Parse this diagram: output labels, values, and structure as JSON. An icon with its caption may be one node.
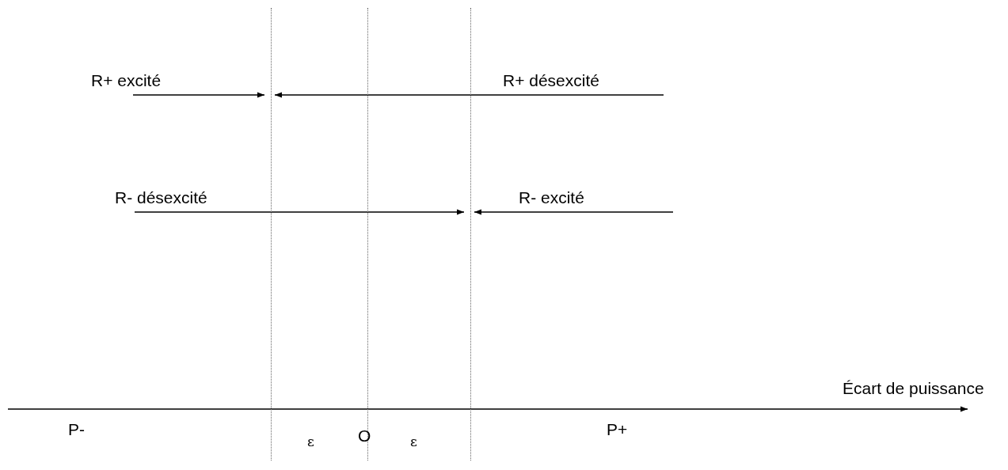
{
  "diagram": {
    "nodes": [
      {
        "text": [],
        "shape": "bar"
      },
      {
        "text": [],
        "shape": "bar"
      },
      {
        "text": [],
        "shape": "bar"
      }
    ],
    "edges": [
      {
        "from": null,
        "to": 0,
        "arrow": "to",
        "label": "R+ excité"
      },
      {
        "from": null,
        "to": 0,
        "arrow": "to",
        "label": "R+ désexcité"
      },
      {
        "from": null,
        "to": 2,
        "arrow": "to",
        "label": "R- désexcité"
      },
      {
        "from": null,
        "to": 2,
        "arrow": "to",
        "label": "R- excité"
      }
    ],
    "labels": [
      "Écart de puissance",
      "P-",
      "P+",
      "ε",
      "O",
      "ε"
    ]
  }
}
